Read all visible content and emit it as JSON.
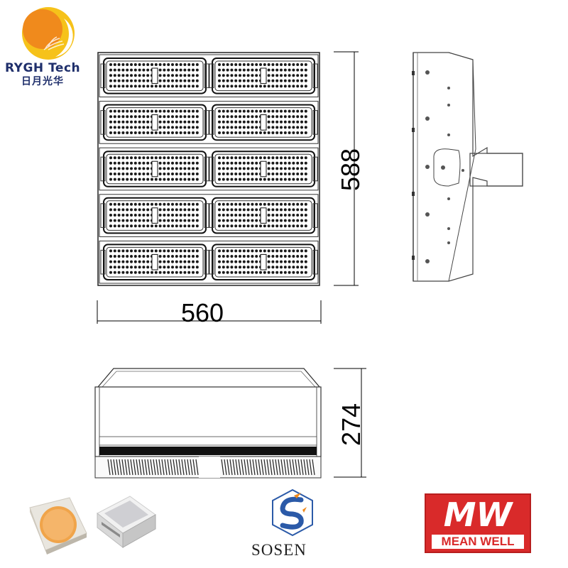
{
  "brand": {
    "name": "RYGH Tech",
    "name_cn": "日月光华"
  },
  "dimensions": {
    "width": "560",
    "height": "588",
    "depth": "274"
  },
  "partners": {
    "sosen": "SOSEN",
    "meanwell_logo": "MW",
    "meanwell_name": "MEAN WELL"
  },
  "colors": {
    "brand_navy": "#1f2f6b",
    "logo_orange": "#f08a1c",
    "logo_gold": "#f6c21a",
    "meanwell_red": "#d92a2a",
    "sosen_blue": "#2b5aa8"
  }
}
